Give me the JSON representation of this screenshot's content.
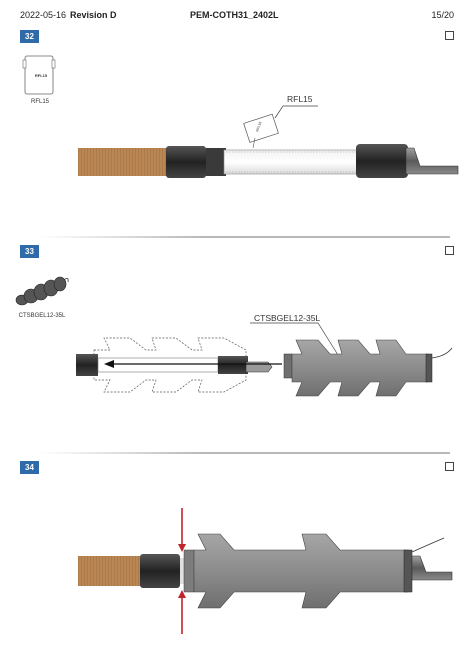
{
  "header": {
    "date": "2022-05-16",
    "revision": "Revision D",
    "doc_id": "PEM-COTH31_2402L",
    "page": "15/20"
  },
  "steps": [
    {
      "number": "32",
      "part_label": "RFL15",
      "packet_text": "RFL15",
      "callout": "RFL15",
      "tag_text": "RFL15"
    },
    {
      "number": "33",
      "part_label": "CTSBGEL12-35L",
      "callout": "CTSBGEL12-35L"
    },
    {
      "number": "34"
    }
  ],
  "colors": {
    "badge": "#2f6ba8",
    "cable_core": "#b98654",
    "tube_gray": "#8f8f8f",
    "arrow_red": "#c0252c"
  },
  "icons": {
    "checkbox": "checkbox-icon",
    "packet": "packet-icon",
    "seal": "cold-shrink-tube-icon"
  }
}
